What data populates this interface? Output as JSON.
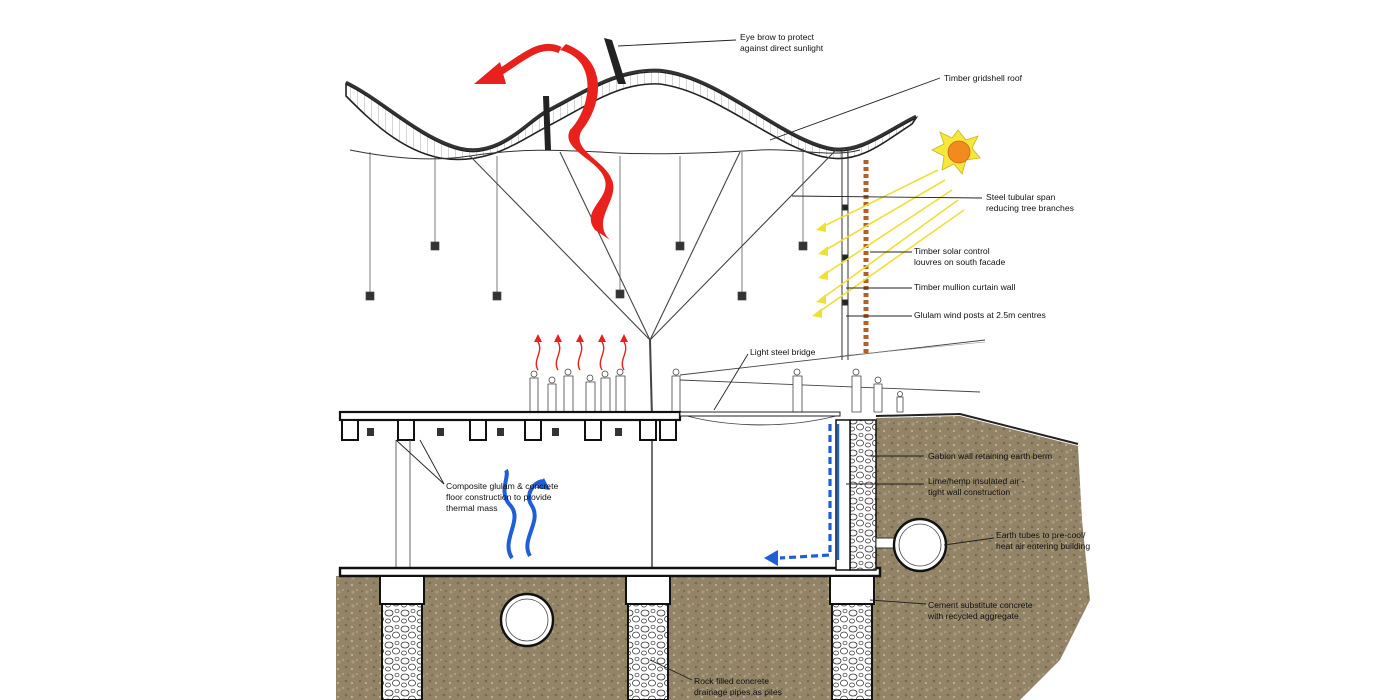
{
  "annotations": {
    "eyebrow": [
      "Eye brow to protect",
      "against direct sunlight"
    ],
    "gridshell": [
      "Timber gridshell roof"
    ],
    "steel_span": [
      "Steel tubular span",
      "reducing tree branches"
    ],
    "louvres": [
      "Timber solar control",
      "louvres on south facade"
    ],
    "mullion": [
      "Timber mullion curtain wall"
    ],
    "glulam_posts": [
      "Glulam wind posts at 2.5m centres"
    ],
    "bridge": [
      "Light steel bridge"
    ],
    "floor": [
      "Composite glulam & concrete",
      "floor construction to provide",
      "thermal mass"
    ],
    "gabion": [
      "Gabion wall retaining earth berm"
    ],
    "lime_hemp": [
      "Lime/hemp insulated air -",
      "tight wall construction"
    ],
    "earth_tubes": [
      "Earth tubes to pre-cool/",
      "heat air entering building"
    ],
    "cement": [
      "Cement substitute concrete",
      "with recycled aggregate"
    ],
    "piles": [
      "Rock filled concrete",
      "drainage pipes as piles"
    ]
  },
  "colors": {
    "warm_air": "#e8211c",
    "cool_air": "#1f5fd6",
    "sun_core": "#f28a1e",
    "sun_rays": "#f5e83a",
    "louvre": "#b0602a",
    "earth": "#8a7a5c",
    "gabion_stone": "#ffffff"
  }
}
